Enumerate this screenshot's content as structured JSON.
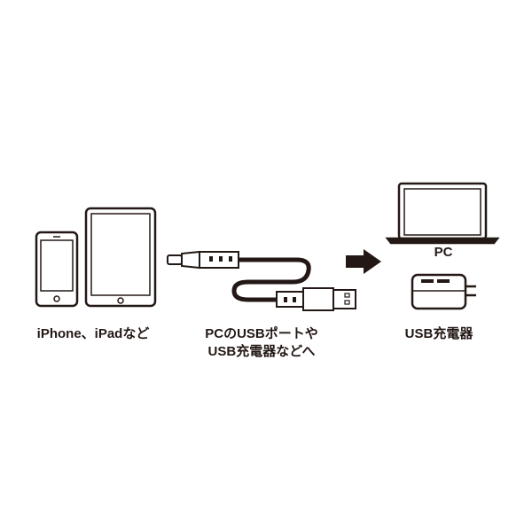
{
  "labels": {
    "devices": "iPhone、iPadなど",
    "cable_line1": "PCのUSBポートや",
    "cable_line2": "USB充電器などへ",
    "pc": "PC",
    "charger": "USB充電器"
  },
  "colors": {
    "ink": "#231815",
    "background": "#ffffff"
  }
}
